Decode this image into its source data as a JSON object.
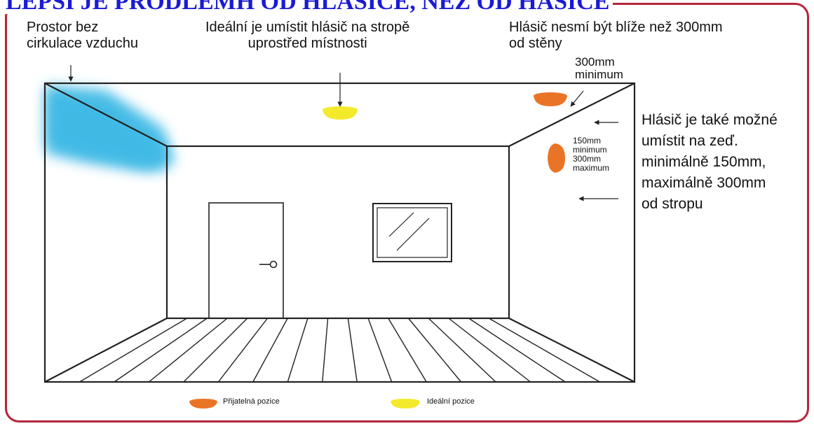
{
  "headline": "LEPŠÍ JE PRODLEMH OD HLASIČE, NEŽ OD HASIČE",
  "labels": {
    "no_air_circulation": "Prostor bez\ncirkulace vzduchu",
    "ideal_ceiling": "Ideální je umístit hlásič na stropě\nuprostřed místnosti",
    "wall_distance": "Hlásič nesmí být blíže než 300mm\nod stěny",
    "corner_minimum": "300mm\nminimum",
    "wall_mount_note": "Hlásič je také možné\numístit na zeď.\nminimálně 150mm,\nmaximálně 300mm\nod stropu",
    "wall_range": "150mm\nminimum\n300mm\nmaximum"
  },
  "legend": {
    "acceptable": {
      "label": "Přijatelná pozice",
      "color": "#ea7426"
    },
    "ideal": {
      "label": "Ideální pozice",
      "color": "#f3ea2c"
    }
  },
  "colors": {
    "frame": "#b6253a",
    "headline": "#1a1ad6",
    "air_zone": "#36b6e4",
    "line": "#222222"
  }
}
